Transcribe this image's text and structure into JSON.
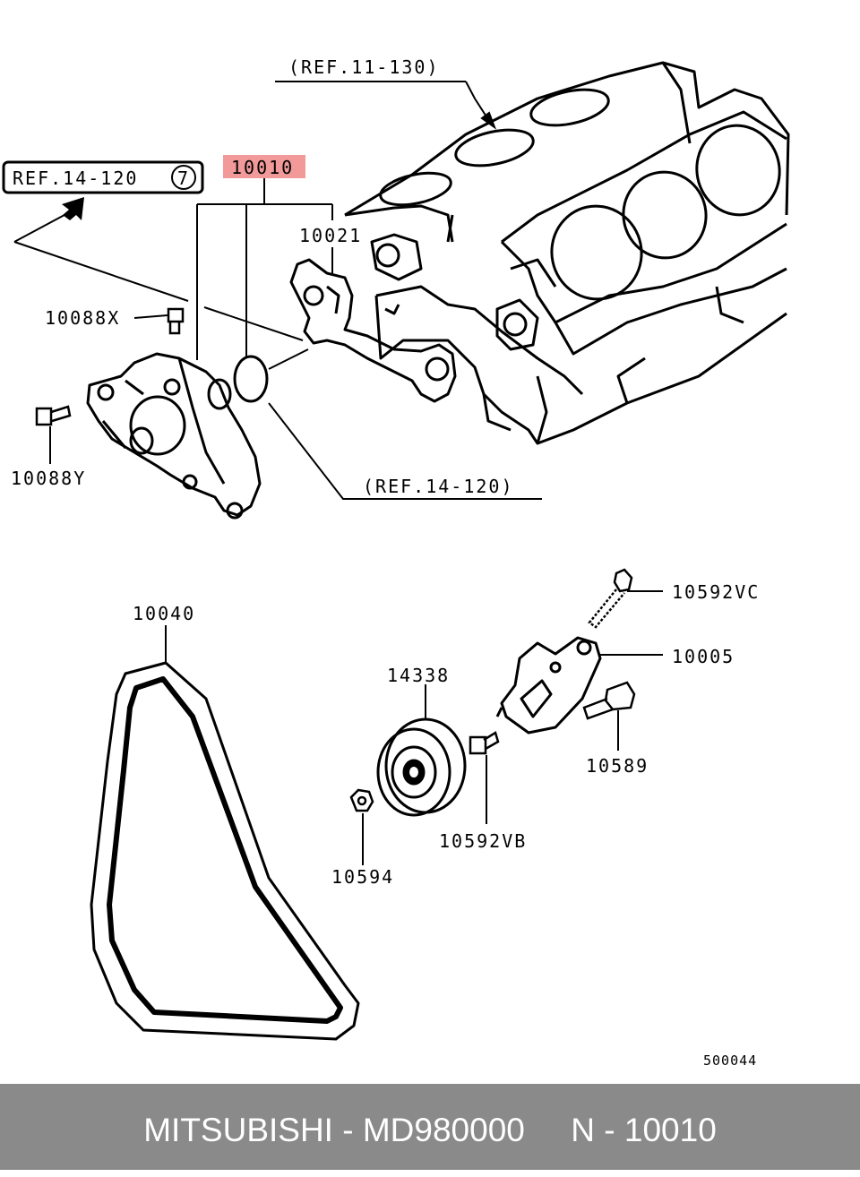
{
  "diagram": {
    "refs": {
      "ref_11_130": "(REF.11-130)",
      "ref_14_120_boxed": "REF.14-120",
      "ref_14_120_circle": "7",
      "ref_14_120_lower": "(REF.14-120)"
    },
    "parts": {
      "highlight": "10010",
      "gasket": "10021",
      "bolt_x": "10088X",
      "bolt_y": "10088Y",
      "belt": "10040",
      "pulley": "14338",
      "bolt_vc": "10592VC",
      "tensioner": "10005",
      "bolt_10589": "10589",
      "bolt_vb": "10592VB",
      "nut": "10594"
    },
    "diagram_number": "500044",
    "highlight_color": "#f29a9a"
  },
  "footer": {
    "brand": "MITSUBISHI",
    "sep1": " - ",
    "part_number": "MD980000",
    "gap": "     ",
    "ref_prefix": "N - ",
    "ref_number": "10010"
  }
}
